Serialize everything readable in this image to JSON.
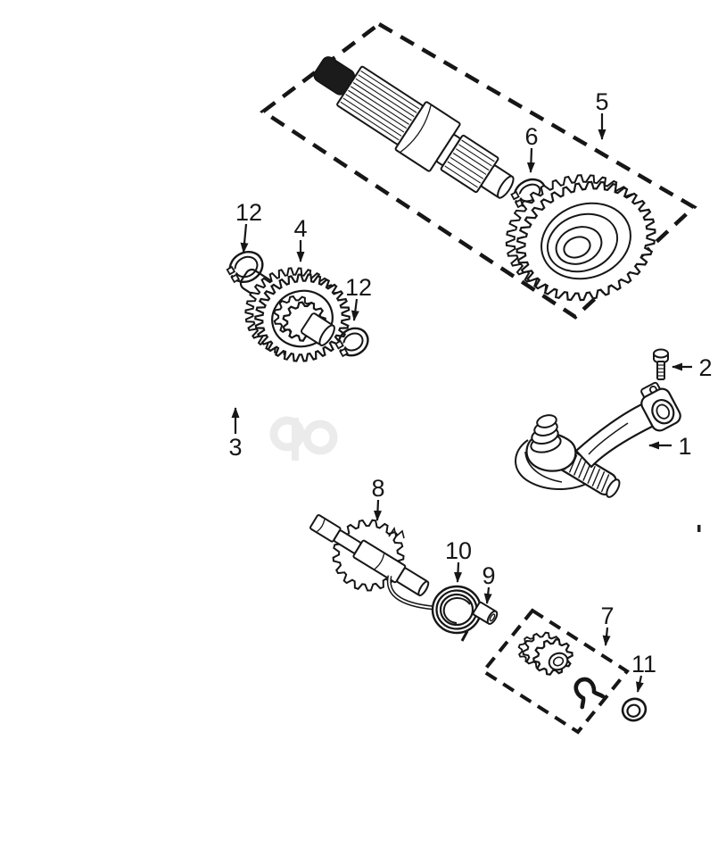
{
  "diagram": {
    "kind": "exploded-parts-diagram",
    "colors": {
      "line": "#161616",
      "background": "#ffffff",
      "watermark": "#dcdcdc"
    },
    "callouts": {
      "c1": "1",
      "c2": "2",
      "c3": "3",
      "c4": "4",
      "c5": "5",
      "c6": "6",
      "c7": "7",
      "c8": "8",
      "c9": "9",
      "c10": "10",
      "c11": "11",
      "c12a": "12",
      "c12b": "12"
    }
  }
}
